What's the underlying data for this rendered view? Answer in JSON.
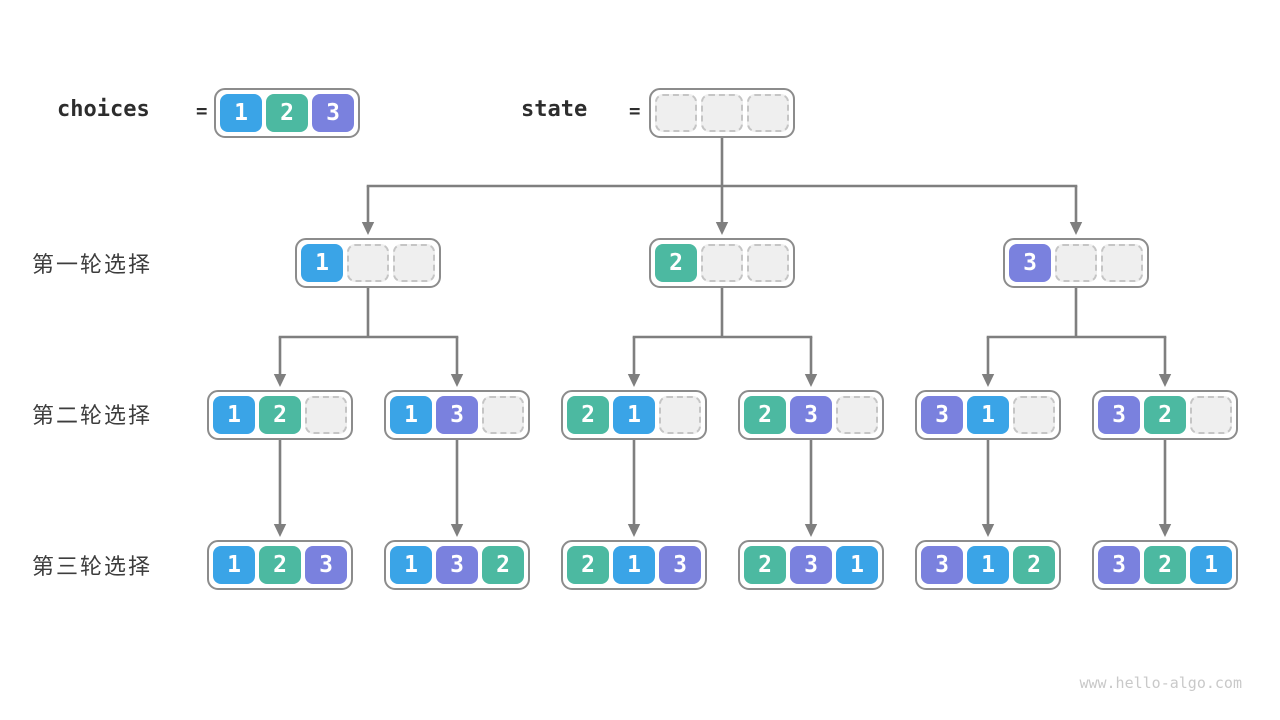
{
  "header": {
    "choices_label": "choices",
    "equals": "=",
    "state_label": "state",
    "choices_values": [
      1,
      2,
      3
    ],
    "state_values": [
      null,
      null,
      null
    ]
  },
  "row_labels": [
    "第一轮选择",
    "第二轮选择",
    "第三轮选择"
  ],
  "rounds": {
    "round1": [
      [
        1,
        null,
        null
      ],
      [
        2,
        null,
        null
      ],
      [
        3,
        null,
        null
      ]
    ],
    "round2": [
      [
        1,
        2,
        null
      ],
      [
        1,
        3,
        null
      ],
      [
        2,
        1,
        null
      ],
      [
        2,
        3,
        null
      ],
      [
        3,
        1,
        null
      ],
      [
        3,
        2,
        null
      ]
    ],
    "round3": [
      [
        1,
        2,
        3
      ],
      [
        1,
        3,
        2
      ],
      [
        2,
        1,
        3
      ],
      [
        2,
        3,
        1
      ],
      [
        3,
        1,
        2
      ],
      [
        3,
        2,
        1
      ]
    ]
  },
  "colors": {
    "1": "#3aa4e7",
    "2": "#4cb9a1",
    "3": "#7a81de",
    "empty_fill": "#efefef",
    "empty_border": "#c5c5c5",
    "line": "#7f7f7f",
    "box_border": "#8c8c8c"
  },
  "watermark": "www.hello-algo.com"
}
